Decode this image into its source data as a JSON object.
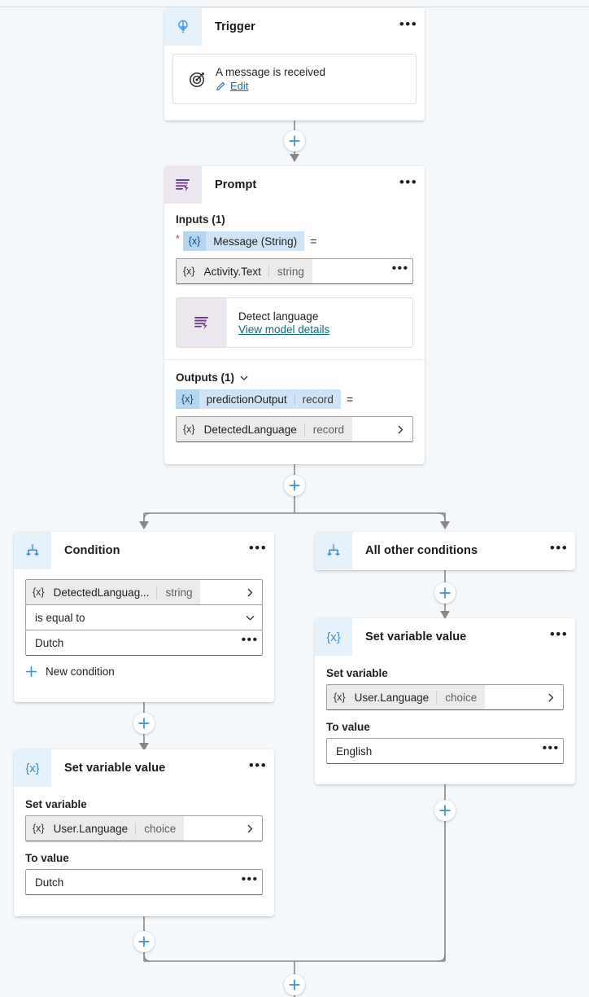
{
  "canvas": {
    "background": "#f4f8fb",
    "accent": "#0f6cbd",
    "purple": "#6a3d8f"
  },
  "nodes": {
    "trigger": {
      "title": "Trigger",
      "icon": "trigger-bulb-icon",
      "menu": "•••",
      "event": {
        "icon": "target-icon",
        "label": "A message is received",
        "edit_link": "Edit",
        "edit_icon": "pencil-icon"
      }
    },
    "prompt": {
      "title": "Prompt",
      "icon": "prompt-lines-icon",
      "menu": "•••",
      "inputs_label": "Inputs (1)",
      "input": {
        "required_marker": "*",
        "token_prefix": "{x}",
        "name": "Message (String)",
        "equals": "=",
        "value_token_prefix": "{x}",
        "value_name": "Activity.Text",
        "value_type": "string",
        "overflow": "•••"
      },
      "model": {
        "icon": "prompt-lines-icon",
        "name": "Detect language",
        "link": "View model details"
      },
      "outputs_label": "Outputs (1)",
      "outputs_caret": "chevron-down-icon",
      "output": {
        "token_prefix": "{x}",
        "name": "predictionOutput",
        "type": "record",
        "equals": "=",
        "value_token_prefix": "{x}",
        "value_name": "DetectedLanguage",
        "value_type": "record",
        "chevron": "chevron-right-icon"
      }
    },
    "condition": {
      "title": "Condition",
      "icon": "condition-branch-icon",
      "menu": "•••",
      "operand": {
        "token_prefix": "{x}",
        "name": "DetectedLanguag...",
        "type": "string",
        "chevron": "chevron-right-icon"
      },
      "operator": "is equal to",
      "operator_caret": "chevron-down-icon",
      "value": "Dutch",
      "value_overflow": "•••",
      "new_condition": "New condition",
      "new_condition_icon": "plus-icon"
    },
    "all_other_conditions": {
      "title": "All other conditions",
      "icon": "condition-branch-icon",
      "menu": "•••"
    },
    "set_variable_left": {
      "title": "Set variable value",
      "icon": "variable-braces-icon",
      "menu": "•••",
      "set_variable_label": "Set variable",
      "variable": {
        "token_prefix": "{x}",
        "name": "User.Language",
        "type": "choice",
        "chevron": "chevron-right-icon"
      },
      "to_value_label": "To value",
      "value": "Dutch",
      "value_overflow": "•••"
    },
    "set_variable_right": {
      "title": "Set variable value",
      "icon": "variable-braces-icon",
      "menu": "•••",
      "set_variable_label": "Set variable",
      "variable": {
        "token_prefix": "{x}",
        "name": "User.Language",
        "type": "choice",
        "chevron": "chevron-right-icon"
      },
      "to_value_label": "To value",
      "value": "English",
      "value_overflow": "•••"
    }
  },
  "add_buttons": {
    "after_trigger": "+",
    "after_prompt": "+",
    "after_all_other": "+",
    "after_condition": "+",
    "after_set_variable_left": "+",
    "after_set_variable_right": "+",
    "after_merge": "+"
  }
}
